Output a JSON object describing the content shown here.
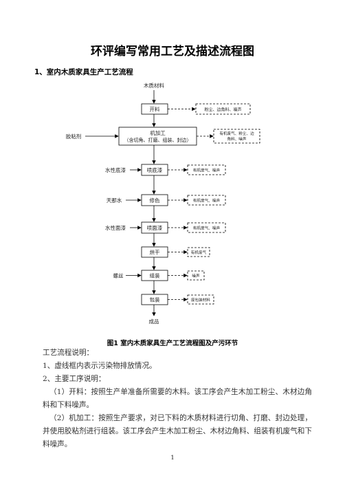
{
  "title": "环评编写常用工艺及描述流程图",
  "section": "1、室内木质家具生产工艺流程",
  "flow": {
    "input_top": "木质材料",
    "output_bottom": "成品",
    "steps": [
      {
        "name": "开料",
        "pollution": "粉尘、边角料、噪声"
      },
      {
        "name": "机加工",
        "sub": "（含切角、打磨、组装、封边）",
        "input": "胶粘剂",
        "pollution_l1": "有机废气、粉尘、边",
        "pollution_l2": "角料、噪声"
      },
      {
        "name": "喷底漆",
        "input": "水性底漆",
        "pollution": "有机废气、噪声"
      },
      {
        "name": "修色",
        "input": "天那水",
        "pollution": "有机废气、噪声"
      },
      {
        "name": "喷面漆",
        "input": "水性面漆",
        "pollution": "有机废气、噪声"
      },
      {
        "name": "烘干",
        "pollution": "有机废气"
      },
      {
        "name": "组装",
        "input": "螺丝",
        "pollution": "噪声"
      },
      {
        "name": "包装",
        "pollution": "废包装材料"
      }
    ]
  },
  "caption": "图1  室内木质家具生产工艺流程图及产污环节",
  "text": {
    "p1": "工艺流程说明：",
    "p2": "1、虚线框内表示污染物排放情况。",
    "p3": "2、主要工序说明：",
    "p4": "（1）开料：按照生产单准备所需要的木料。该工序会产生木加工粉尘、木材边角料和下料噪声。",
    "p5": "（2）机加工：按照生产要求，对已下料的木质材料进行切角、打磨、封边处理，并使用胶粘剂进行组装。该工序会产生木加工粉尘、木材边角料、组装有机废气和下料噪声。"
  },
  "page_number": "1"
}
